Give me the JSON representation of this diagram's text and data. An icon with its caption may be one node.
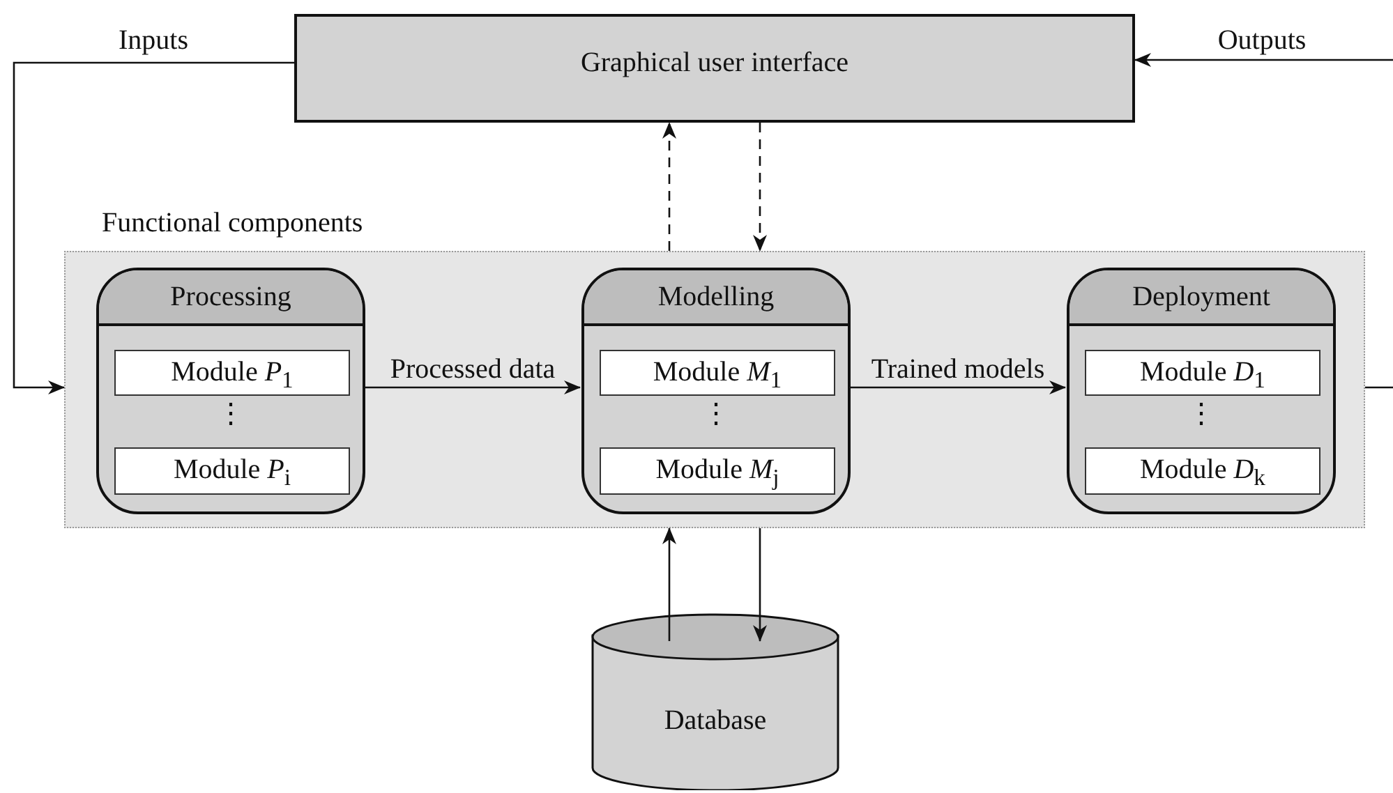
{
  "diagram": {
    "nodes": [
      {
        "text": [
          "Graphical user interface"
        ]
      },
      {
        "text": [
          "Functional components"
        ]
      },
      {
        "text": [
          "Processing"
        ],
        "in": 1
      },
      {
        "text": [
          "Module *P*$_{1}$"
        ],
        "in": 2
      },
      {
        "text": [
          "Module *P*$_{i}$"
        ],
        "in": 2
      },
      {
        "text": [
          "Modelling"
        ],
        "in": 1
      },
      {
        "text": [
          "Module *M*$_{1}$"
        ],
        "in": 5
      },
      {
        "text": [
          "Module *M*$_{j}$"
        ],
        "in": 5
      },
      {
        "text": [
          "Deployment"
        ],
        "in": 1
      },
      {
        "text": [
          "Module *D*$_{1}$"
        ],
        "in": 8
      },
      {
        "text": [
          "Module *D*$_{k}$"
        ],
        "in": 8
      },
      {
        "text": [
          "Database"
        ]
      }
    ],
    "edges": [
      {
        "from": 0,
        "to": 1,
        "arrow": "to",
        "label": "Inputs"
      },
      {
        "from": 1,
        "to": 0,
        "arrow": "to",
        "label": "Outputs"
      },
      {
        "from": 1,
        "to": 0,
        "arrow": "to",
        "style": "dashed"
      },
      {
        "from": 0,
        "to": 1,
        "arrow": "to",
        "style": "dashed"
      },
      {
        "from": 2,
        "to": 5,
        "arrow": "to",
        "label": "Processed data"
      },
      {
        "from": 5,
        "to": 8,
        "arrow": "to",
        "label": "Trained models"
      },
      {
        "from": 11,
        "to": 1,
        "arrow": "to"
      },
      {
        "from": 1,
        "to": 11,
        "arrow": "to"
      }
    ],
    "labels": [
      "⋮",
      "⋮",
      "⋮"
    ]
  }
}
